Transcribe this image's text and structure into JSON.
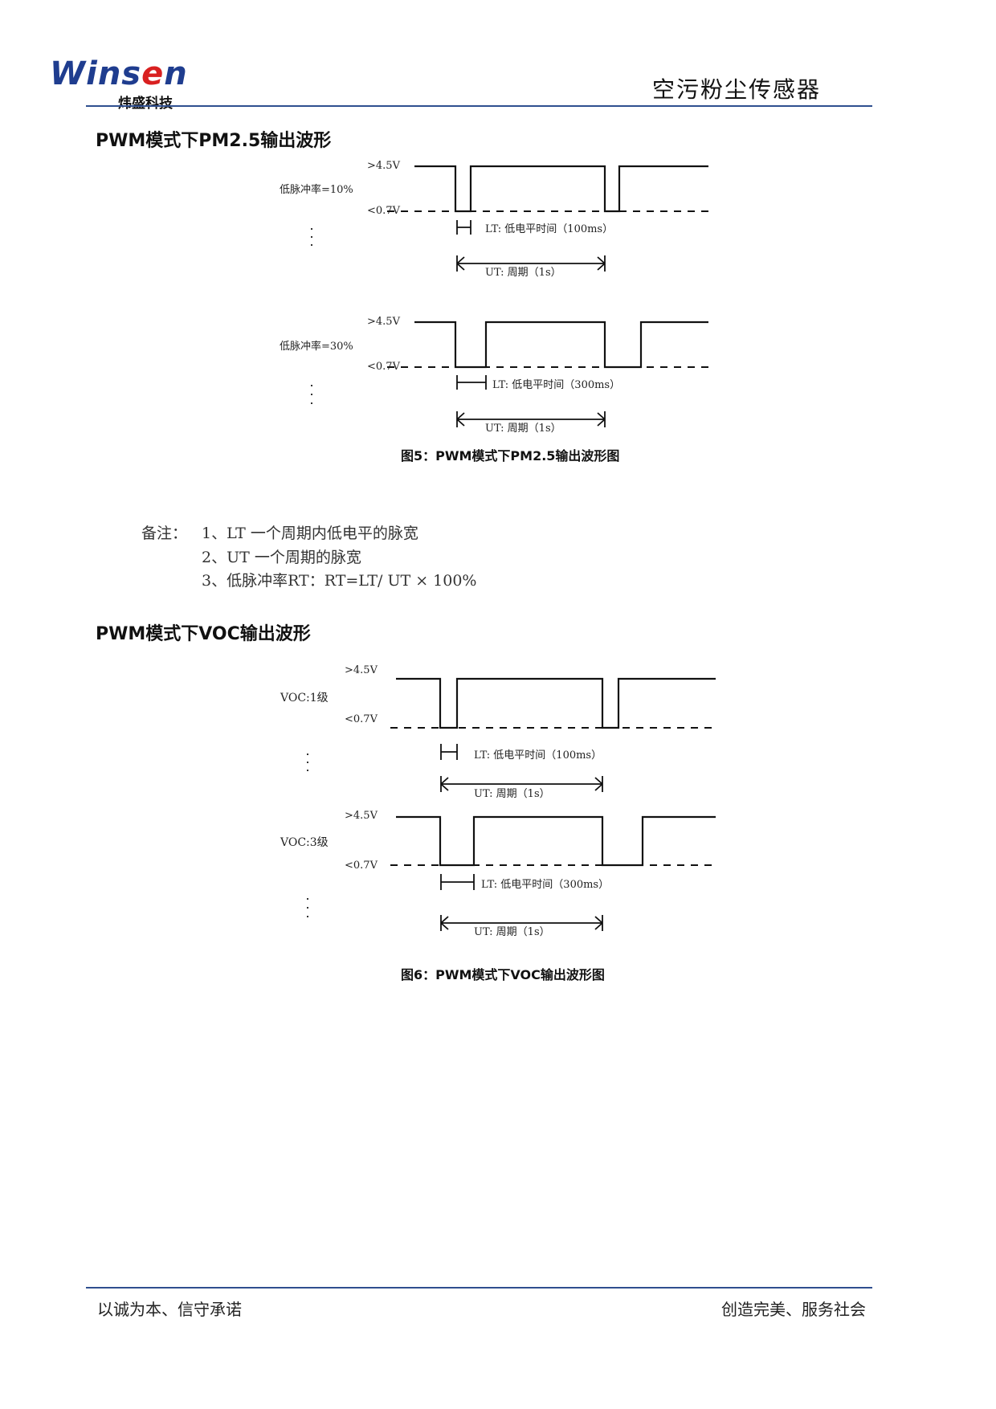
{
  "header": {
    "logo_text": "Winsen",
    "logo_sub": "炜盛科技",
    "title": "空污粉尘传感器",
    "line_color": "#2f4f8f"
  },
  "section1": {
    "heading": "PWM模式下PM2.5输出波形",
    "diagrams": [
      {
        "high": ">4.5V",
        "low": "<0.7V",
        "label": "低脉冲率=10%",
        "lt": "LT: 低电平时间（100ms）",
        "ut": "UT: 周期（1s）",
        "duty_percent": 10
      },
      {
        "high": ">4.5V",
        "low": "<0.7V",
        "label": "低脉冲率=30%",
        "lt": "LT: 低电平时间（300ms）",
        "ut": "UT: 周期（1s）",
        "duty_percent": 30
      }
    ],
    "caption": "图5：PWM模式下PM2.5输出波形图"
  },
  "notes": {
    "label": "备注：",
    "items": [
      "1、LT 一个周期内低电平的脉宽",
      "2、UT 一个周期的脉宽",
      "3、低脉冲率RT：RT=LT/ UT × 100%"
    ]
  },
  "section2": {
    "heading": "PWM模式下VOC输出波形",
    "diagrams": [
      {
        "high": ">4.5V",
        "low": "<0.7V",
        "label": "VOC:1级",
        "lt": "LT: 低电平时间（100ms）",
        "ut": "UT: 周期（1s）",
        "duty_percent": 10
      },
      {
        "high": ">4.5V",
        "low": "<0.7V",
        "label": "VOC:3级",
        "lt": "LT: 低电平时间（300ms）",
        "ut": "UT: 周期（1s）",
        "duty_percent": 30
      }
    ],
    "caption": "图6：PWM模式下VOC输出波形图"
  },
  "footer": {
    "left": "以诚为本、信守承诺",
    "right": "创造完美、服务社会"
  }
}
